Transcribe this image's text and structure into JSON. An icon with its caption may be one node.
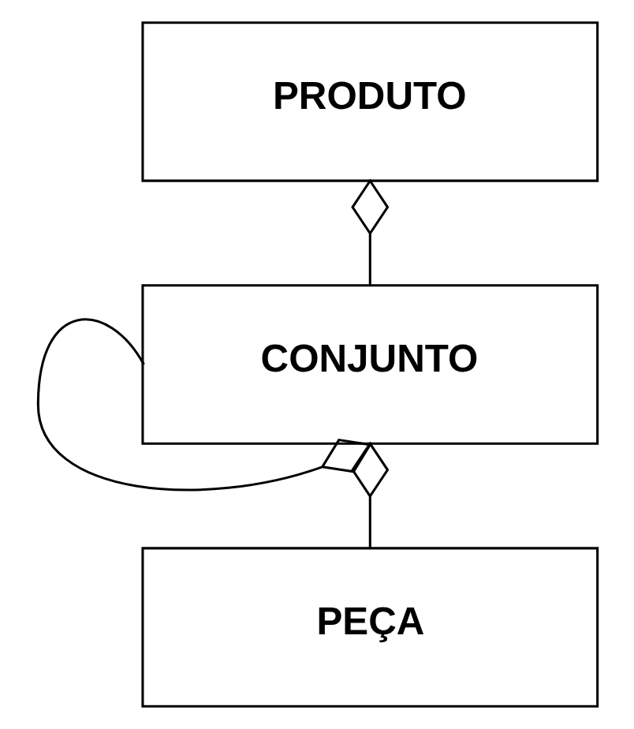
{
  "diagram": {
    "nodes": [
      {
        "text": [
          "PRODUTO"
        ]
      },
      {
        "text": [
          "CONJUNTO"
        ]
      },
      {
        "text": [
          "PEÇA"
        ]
      }
    ],
    "edges": [
      {
        "from": 0,
        "to": 1,
        "arrow": "other"
      },
      {
        "from": 1,
        "to": 1,
        "arrow": "other"
      },
      {
        "from": 1,
        "to": 2,
        "arrow": "other"
      }
    ]
  }
}
